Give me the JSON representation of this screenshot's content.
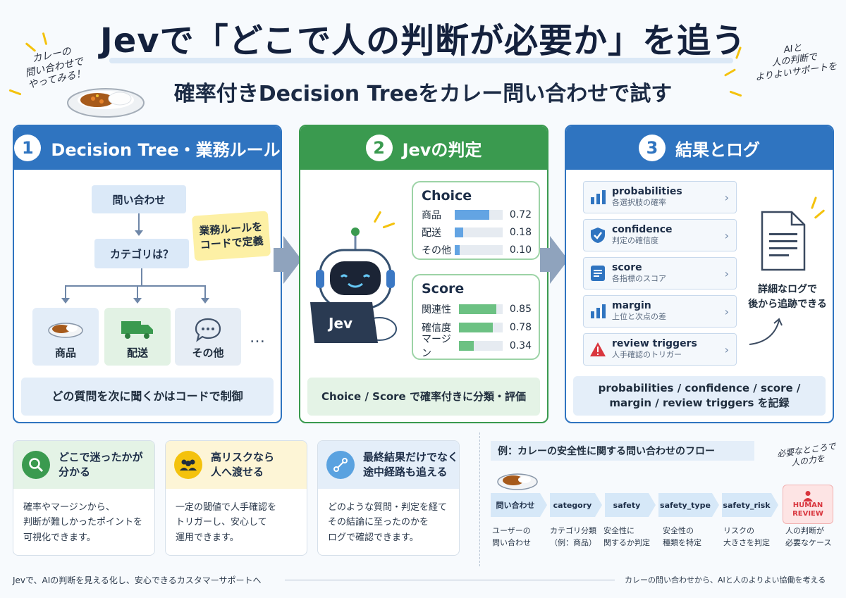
{
  "header": {
    "title": "Jevで「どこで人の判断が必要か」を追う",
    "subtitle": "確率付きDecision Treeをカレー問い合わせで試す",
    "doodle_left_lines": [
      "カレーの",
      "問い合わせで",
      "やってみる！"
    ],
    "doodle_right_lines": [
      "AIと",
      "人の判断で",
      "よりよいサポートを"
    ]
  },
  "panel1": {
    "number": "1",
    "title": "Decision Tree・業務ルール",
    "root_node": "問い合わせ",
    "mid_node": "カテゴリは？",
    "note": [
      "業務ルールを",
      "コードで定義"
    ],
    "categories": [
      {
        "label": "商品",
        "icon": "curry-plate-icon"
      },
      {
        "label": "配送",
        "icon": "delivery-truck-icon"
      },
      {
        "label": "その他",
        "icon": "chat-bubble-icon"
      }
    ],
    "more": "…",
    "footer": "どの質問を次に聞くかはコードで制御"
  },
  "panel2": {
    "number": "2",
    "title": "Jevの判定",
    "laptop_label": "Jev",
    "choice": {
      "title": "Choice",
      "rows": [
        {
          "label": "商品",
          "value": 0.72,
          "display": "0.72"
        },
        {
          "label": "配送",
          "value": 0.18,
          "display": "0.18"
        },
        {
          "label": "その他",
          "value": 0.1,
          "display": "0.10"
        }
      ]
    },
    "score": {
      "title": "Score",
      "rows": [
        {
          "label": "関連性",
          "value": 0.85,
          "display": "0.85"
        },
        {
          "label": "確信度",
          "value": 0.78,
          "display": "0.78"
        },
        {
          "label": "マージン",
          "value": 0.34,
          "display": "0.34"
        }
      ]
    },
    "footer": "Choice / Score で確率付きに分類・評価"
  },
  "panel3": {
    "number": "3",
    "title": "結果とログ",
    "metrics": [
      {
        "name": "probabilities",
        "desc": "各選択肢の確率",
        "icon": "bar-chart-icon"
      },
      {
        "name": "confidence",
        "desc": "判定の確信度",
        "icon": "shield-check-icon"
      },
      {
        "name": "score",
        "desc": "各指標のスコア",
        "icon": "list-icon"
      },
      {
        "name": "margin",
        "desc": "上位と次点の差",
        "icon": "bar-chart-icon"
      },
      {
        "name": "review triggers",
        "desc": "人手確認のトリガー",
        "icon": "warning-icon"
      }
    ],
    "log_note": [
      "詳細なログで",
      "後から追跡できる"
    ],
    "footer_lines": [
      "probabilities / confidence / score /",
      "margin / review triggers を記録"
    ]
  },
  "benefits": [
    {
      "title_lines": [
        "どこで迷ったかが",
        "分かる"
      ],
      "body_lines": [
        "確率やマージンから、",
        "判断が難しかったポイントを",
        "可視化できます。"
      ],
      "icon": "magnifier-icon"
    },
    {
      "title_lines": [
        "高リスクなら",
        "人へ渡せる"
      ],
      "body_lines": [
        "一定の閾値で人手確認を",
        "トリガーし、安心して",
        "運用できます。"
      ],
      "icon": "people-icon"
    },
    {
      "title_lines": [
        "最終結果だけでなく",
        "途中経路も追える"
      ],
      "body_lines": [
        "どのような質問・判定を経て",
        "その結論に至ったのかを",
        "ログで確認できます。"
      ],
      "icon": "route-icon"
    }
  ],
  "flow": {
    "title": "例：カレーの安全性に関する問い合わせのフロー",
    "doodle_lines": [
      "必要なところで",
      "人の力を"
    ],
    "steps": [
      {
        "label": "問い合わせ",
        "desc_lines": [
          "ユーザーの",
          "問い合わせ"
        ]
      },
      {
        "label": "category",
        "desc_lines": [
          "カテゴリ分類",
          "（例：商品）"
        ]
      },
      {
        "label": "safety",
        "desc_lines": [
          "安全性に",
          "関するか判定"
        ]
      },
      {
        "label": "safety_type",
        "desc_lines": [
          "安全性の",
          "種類を特定"
        ]
      },
      {
        "label": "safety_risk",
        "desc_lines": [
          "リスクの",
          "大きさを判定"
        ]
      }
    ],
    "human_review": {
      "lines": [
        "HUMAN",
        "REVIEW"
      ],
      "desc_lines": [
        "人の判断が",
        "必要なケース"
      ]
    }
  },
  "footer": {
    "left": "Jevで、AIの判断を見える化し、安心できるカスタマーサポートへ",
    "right": "カレーの問い合わせから、AIと人のよりよい協働を考える"
  },
  "colors": {
    "blue": "#2f74c0",
    "green": "#3a9a4f",
    "yellow": "#f4c20d",
    "red": "#d9363e"
  }
}
